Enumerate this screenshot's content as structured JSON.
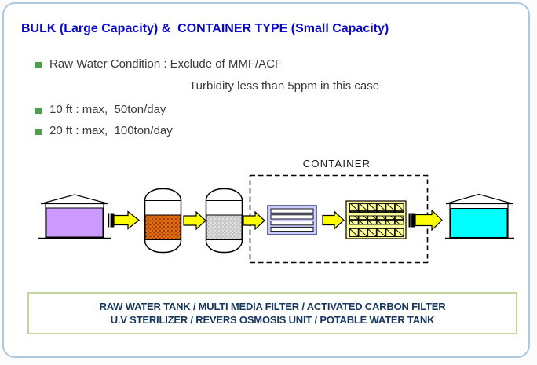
{
  "title": "BULK (Large Capacity) &  CONTAINER TYPE (Small Capacity)",
  "bullets": {
    "raw_water_condition": "Raw Water Condition : Exclude of MMF/ACF",
    "raw_water_condition_line2": "Turbidity less than 5ppm in this case",
    "ft10": "10 ft : max,  50ton/day",
    "ft20": "20 ft : max,  100ton/day"
  },
  "diagram": {
    "container_label": "CONTAINER",
    "flow_order": [
      "raw-water-tank",
      "multi-media-filter",
      "activated-carbon-filter",
      "uv-sterilizer",
      "reverse-osmosis-unit",
      "potable-water-tank"
    ]
  },
  "caption": {
    "line1": "RAW WATER TANK / MULTI MEDIA FILTER / ACTIVATED CARBON FILTER",
    "line2": "U.V STERILIZER / REVERS OSMOSIS UNIT / POTABLE WATER TANK"
  },
  "colors": {
    "title": "#0808cc",
    "body_text": "#3a3a3a",
    "bullet_green": "#4aa34a",
    "caption_text": "#17375e",
    "caption_border": "#c3d69b",
    "slide_border": "#afc8e0",
    "arrow_yellow": "#ffff00",
    "raw_tank_fill": "#cc99ff",
    "potable_tank_fill": "#00ffff",
    "mmf_fill": "#e97010",
    "mmf_dot": "#8f3800",
    "acf_fill": "#c6c6c6",
    "acf_dot": "#eeeeee",
    "uv_fill": "#ccccff",
    "ro_fill": "#ffff99"
  }
}
